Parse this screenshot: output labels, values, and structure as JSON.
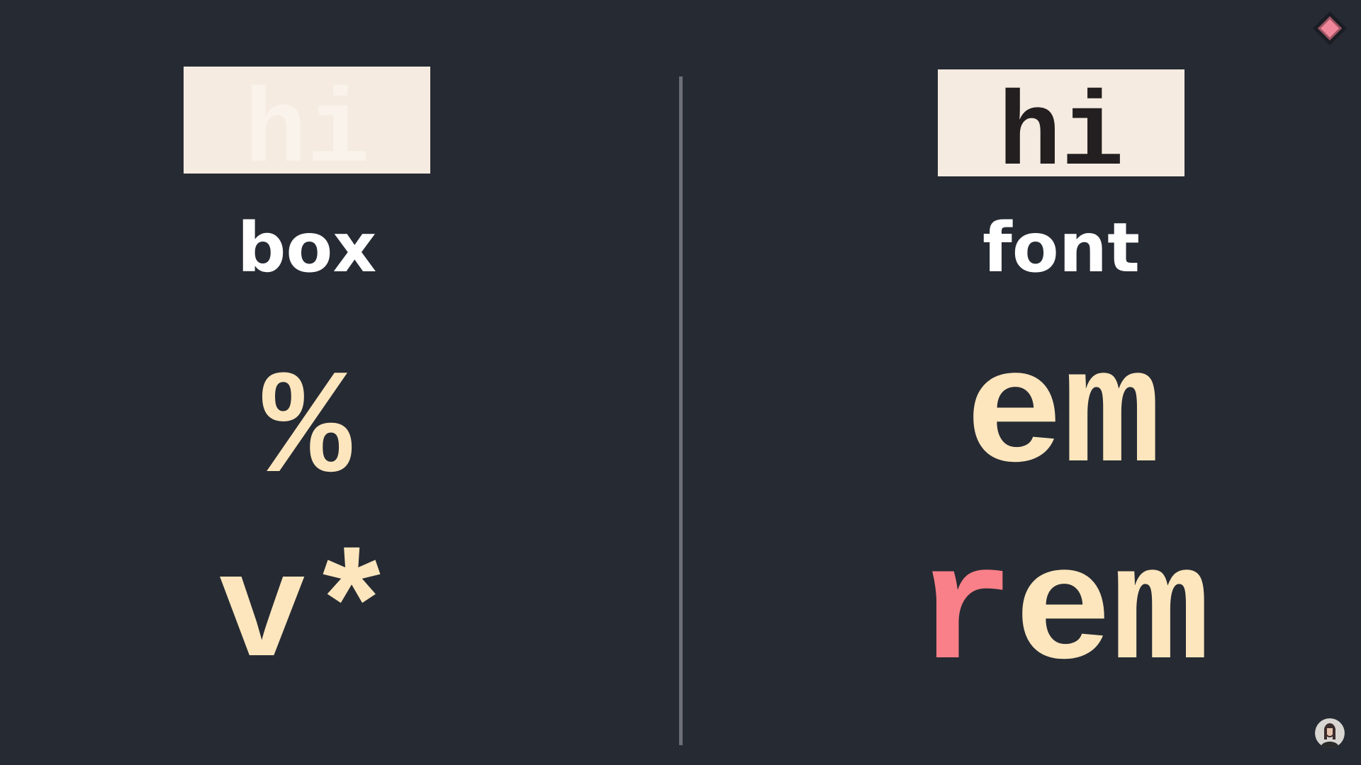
{
  "left": {
    "sample": "hi",
    "label": "box",
    "units": [
      "%",
      "v*"
    ]
  },
  "right": {
    "sample": "hi",
    "label": "font",
    "units": {
      "em": "em",
      "rem_prefix": "r",
      "rem_suffix": "em"
    }
  },
  "colors": {
    "background": "#262a33",
    "box_fill": "#f5ebe0",
    "faded_text": "#f9f3ec",
    "dark_text": "#231f20",
    "label_text": "#ffffff",
    "unit_text": "#fde6bd",
    "accent": "#f98088",
    "divider": "#6c6f77"
  },
  "icons": {
    "logo": "diamond-logo-icon",
    "avatar": "presenter-avatar"
  }
}
